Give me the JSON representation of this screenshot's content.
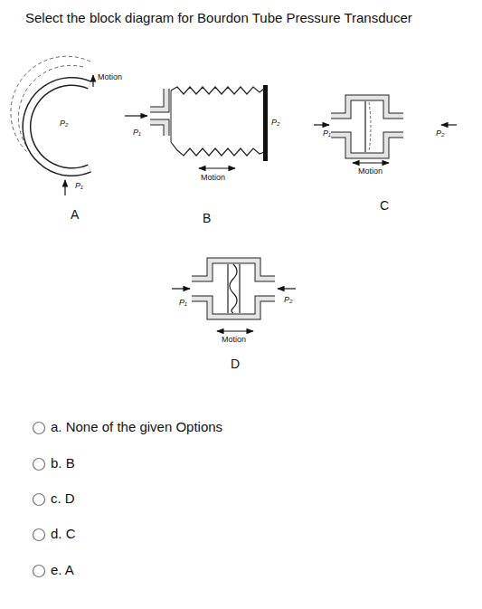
{
  "diagram": {
    "title": "Select the block diagram for Bourdon Tube Pressure Transducer",
    "labels": [
      "Motion",
      "P₂",
      "P₁",
      "A",
      "P₁",
      "P₂",
      "Motion",
      "B",
      "P₁",
      "P₂",
      "Motion",
      "C",
      "P₁",
      "P₂",
      "Motion",
      "D",
      "a. None of the given Options",
      "b. B",
      "c. D",
      "d. C",
      "e. A"
    ]
  }
}
